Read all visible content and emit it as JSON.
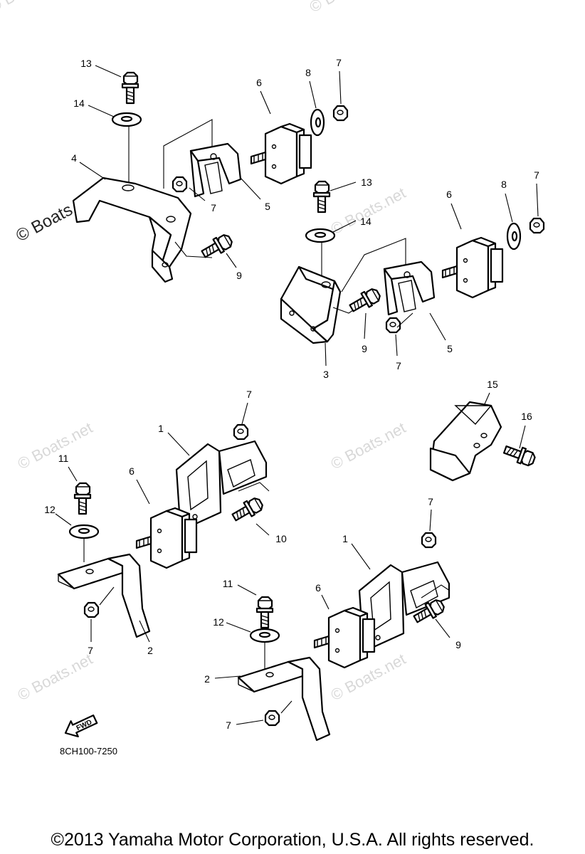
{
  "watermark": "© Boats.net",
  "callouts": [
    {
      "id": "c13a",
      "label": "13"
    },
    {
      "id": "c14a",
      "label": "14"
    },
    {
      "id": "c4",
      "label": "4"
    },
    {
      "id": "c6a",
      "label": "6"
    },
    {
      "id": "c8a",
      "label": "8"
    },
    {
      "id": "c7a",
      "label": "7"
    },
    {
      "id": "c7b",
      "label": "7"
    },
    {
      "id": "c5a",
      "label": "5"
    },
    {
      "id": "c9a",
      "label": "9"
    },
    {
      "id": "c13b",
      "label": "13"
    },
    {
      "id": "c14b",
      "label": "14"
    },
    {
      "id": "c6b",
      "label": "6"
    },
    {
      "id": "c8b",
      "label": "8"
    },
    {
      "id": "c7c",
      "label": "7"
    },
    {
      "id": "c9b",
      "label": "9"
    },
    {
      "id": "c7d",
      "label": "7"
    },
    {
      "id": "c5b",
      "label": "5"
    },
    {
      "id": "c3",
      "label": "3"
    },
    {
      "id": "c7e",
      "label": "7"
    },
    {
      "id": "c1a",
      "label": "1"
    },
    {
      "id": "c11a",
      "label": "11"
    },
    {
      "id": "c6c",
      "label": "6"
    },
    {
      "id": "c12a",
      "label": "12"
    },
    {
      "id": "c10",
      "label": "10"
    },
    {
      "id": "c7f",
      "label": "7"
    },
    {
      "id": "c2a",
      "label": "2"
    },
    {
      "id": "c15",
      "label": "15"
    },
    {
      "id": "c16",
      "label": "16"
    },
    {
      "id": "c7g",
      "label": "7"
    },
    {
      "id": "c1b",
      "label": "1"
    },
    {
      "id": "c11b",
      "label": "11"
    },
    {
      "id": "c6d",
      "label": "6"
    },
    {
      "id": "c12b",
      "label": "12"
    },
    {
      "id": "c9c",
      "label": "9"
    },
    {
      "id": "c2b",
      "label": "2"
    },
    {
      "id": "c7h",
      "label": "7"
    }
  ],
  "fwd_label": "FWD",
  "diagram_code": "8CH100-7250",
  "footer": "©2013 Yamaha Motor Corporation, U.S.A. All rights reserved."
}
